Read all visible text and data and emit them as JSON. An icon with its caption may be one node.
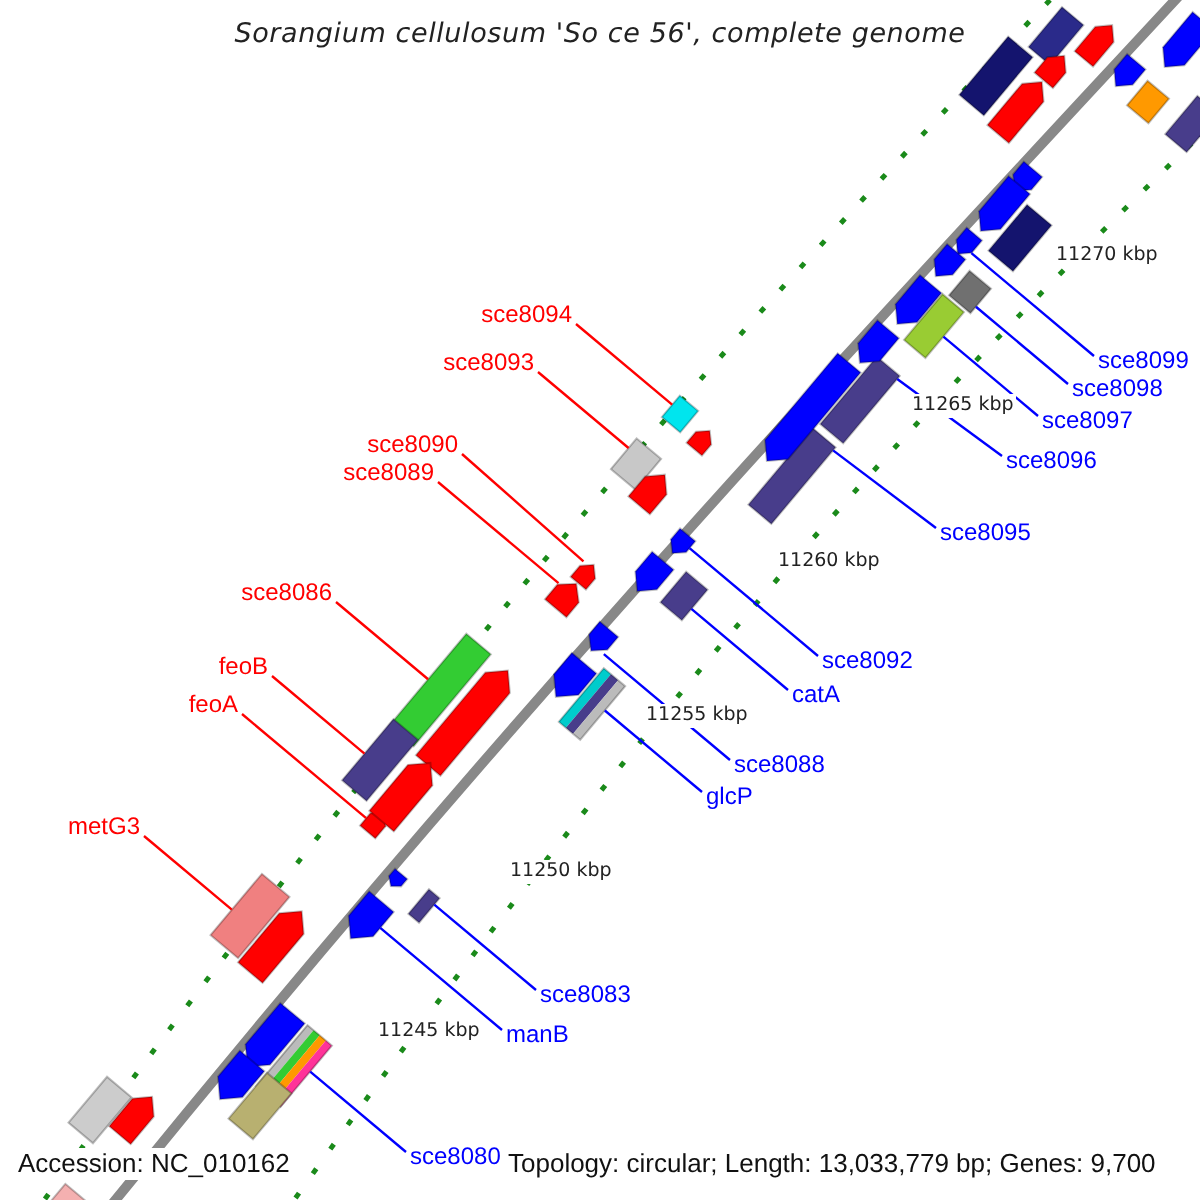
{
  "diagram": {
    "title": "Sorangium cellulosum 'So ce 56', complete genome",
    "nodes": [
      {
        "text": [
          "sce8094"
        ]
      },
      {
        "text": [
          "sce8093"
        ]
      },
      {
        "text": [
          "sce8090"
        ]
      },
      {
        "text": [
          "sce8089"
        ]
      },
      {
        "text": [
          "sce8086"
        ]
      },
      {
        "text": [
          "feoB"
        ]
      },
      {
        "text": [
          "feoA"
        ]
      },
      {
        "text": [
          "metG3"
        ]
      },
      {
        "text": [
          "sce8099"
        ]
      },
      {
        "text": [
          "sce8098"
        ]
      },
      {
        "text": [
          "sce8097"
        ]
      },
      {
        "text": [
          "sce8096"
        ]
      },
      {
        "text": [
          "sce8095"
        ]
      },
      {
        "text": [
          "sce8092"
        ]
      },
      {
        "text": [
          "catA"
        ]
      },
      {
        "text": [
          "sce8088"
        ]
      },
      {
        "text": [
          "glcP"
        ]
      },
      {
        "text": [
          "sce8083"
        ]
      },
      {
        "text": [
          "manB"
        ]
      },
      {
        "text": [
          "sce8080"
        ]
      },
      {
        "text": [],
        "shape": "bar"
      },
      {
        "text": [],
        "shape": "bar"
      },
      {
        "text": [],
        "shape": "bar"
      },
      {
        "text": [],
        "shape": "bar"
      },
      {
        "text": [],
        "shape": "bar"
      },
      {
        "text": [],
        "shape": "bar"
      },
      {
        "text": [],
        "shape": "bar"
      },
      {
        "text": [],
        "shape": "bar"
      },
      {
        "text": [],
        "shape": "bar"
      },
      {
        "text": [],
        "shape": "bar"
      },
      {
        "text": [],
        "shape": "bar"
      },
      {
        "text": [],
        "shape": "bar"
      },
      {
        "text": [],
        "shape": "bar"
      },
      {
        "text": [],
        "shape": "bar"
      },
      {
        "text": [],
        "shape": "bar"
      },
      {
        "text": [],
        "shape": "bar"
      },
      {
        "text": [],
        "shape": "bar"
      },
      {
        "text": [],
        "shape": "bar"
      },
      {
        "text": [],
        "shape": "bar"
      },
      {
        "text": [],
        "shape": "bar"
      },
      {
        "text": [],
        "shape": "bar"
      },
      {
        "text": [],
        "shape": "bar"
      },
      {
        "text": [],
        "shape": "bar"
      },
      {
        "text": [],
        "shape": "bar"
      },
      {
        "text": [],
        "shape": "bar"
      },
      {
        "text": [],
        "shape": "bar"
      },
      {
        "text": [],
        "shape": "bar"
      },
      {
        "text": [],
        "shape": "bar"
      },
      {
        "text": [],
        "shape": "bar"
      },
      {
        "text": [],
        "shape": "bar"
      },
      {
        "text": [],
        "shape": "bar"
      },
      {
        "text": [],
        "shape": "bar"
      },
      {
        "text": [],
        "shape": "bar"
      },
      {
        "text": [],
        "shape": "bar"
      },
      {
        "text": [],
        "shape": "bar"
      },
      {
        "text": [],
        "shape": "bar"
      },
      {
        "text": [],
        "shape": "bar"
      },
      {
        "text": [],
        "shape": "bar"
      },
      {
        "text": [],
        "shape": "bar"
      },
      {
        "text": [],
        "shape": "bar"
      },
      {
        "text": [],
        "shape": "bar"
      },
      {
        "text": [],
        "shape": "bar"
      },
      {
        "text": [],
        "shape": "bar"
      },
      {
        "text": [],
        "shape": "bar"
      },
      {
        "text": [],
        "shape": "bar"
      },
      {
        "text": [],
        "shape": "bar"
      },
      {
        "text": [],
        "shape": "bar"
      },
      {
        "text": [],
        "shape": "bar"
      },
      {
        "text": [],
        "shape": "bar"
      },
      {
        "text": [],
        "shape": "bar"
      }
    ],
    "edges": [
      {
        "from": 0,
        "to": 20,
        "arrow": "none",
        "color": "#ff0000"
      },
      {
        "from": 1,
        "to": 21,
        "arrow": "none",
        "color": "#ff0000"
      },
      {
        "from": 2,
        "to": 22,
        "arrow": "none",
        "color": "#ff0000"
      },
      {
        "from": 3,
        "to": 23,
        "arrow": "none",
        "color": "#ff0000"
      },
      {
        "from": 4,
        "to": 24,
        "arrow": "none",
        "color": "#ff0000"
      },
      {
        "from": 5,
        "to": 25,
        "arrow": "none",
        "color": "#ff0000"
      },
      {
        "from": 6,
        "to": 26,
        "arrow": "none",
        "color": "#ff0000"
      },
      {
        "from": 7,
        "to": 27,
        "arrow": "none",
        "color": "#ff0000"
      },
      {
        "from": 8,
        "to": 28,
        "arrow": "none"
      },
      {
        "from": 9,
        "to": 29,
        "arrow": "none"
      },
      {
        "from": 10,
        "to": 30,
        "arrow": "none"
      },
      {
        "from": 11,
        "to": 31,
        "arrow": "none"
      },
      {
        "from": 12,
        "to": 32,
        "arrow": "none"
      },
      {
        "from": 13,
        "to": 33,
        "arrow": "none"
      },
      {
        "from": 14,
        "to": 34,
        "arrow": "none"
      },
      {
        "from": 15,
        "to": 35,
        "arrow": "none"
      },
      {
        "from": 16,
        "to": 36,
        "arrow": "none"
      },
      {
        "from": 17,
        "to": 37,
        "arrow": "none"
      },
      {
        "from": 18,
        "to": 38,
        "arrow": "none"
      },
      {
        "from": 19,
        "to": 39,
        "arrow": "none"
      }
    ],
    "labels": [
      "11270 kbp",
      "11265 kbp",
      "11260 kbp",
      "11255 kbp",
      "11250 kbp",
      "11245 kbp",
      "Accession: NC_010162",
      "Topology: circular; Length: 13,033,779 bp; Genes: 9,700"
    ]
  }
}
